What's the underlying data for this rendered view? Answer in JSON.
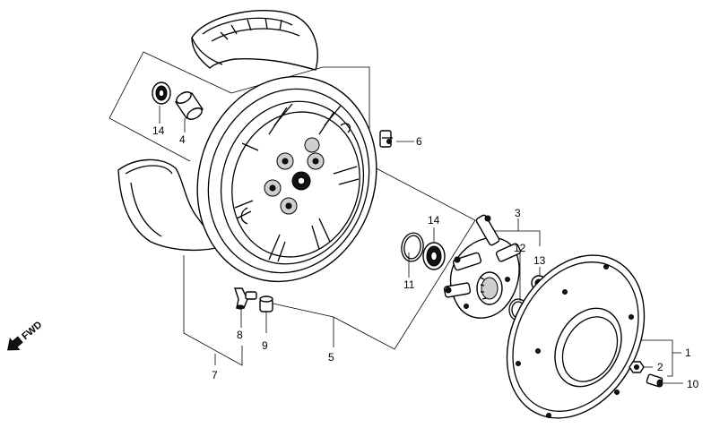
{
  "labels": {
    "l1": "1",
    "l2": "2",
    "l3": "3",
    "l4": "4",
    "l5": "5",
    "l6": "6",
    "l7": "7",
    "l8": "8",
    "l9": "9",
    "l10": "10",
    "l11": "11",
    "l12": "12",
    "l13": "13",
    "l14a": "14",
    "l14b": "14"
  },
  "direction": {
    "text": "FWD"
  }
}
